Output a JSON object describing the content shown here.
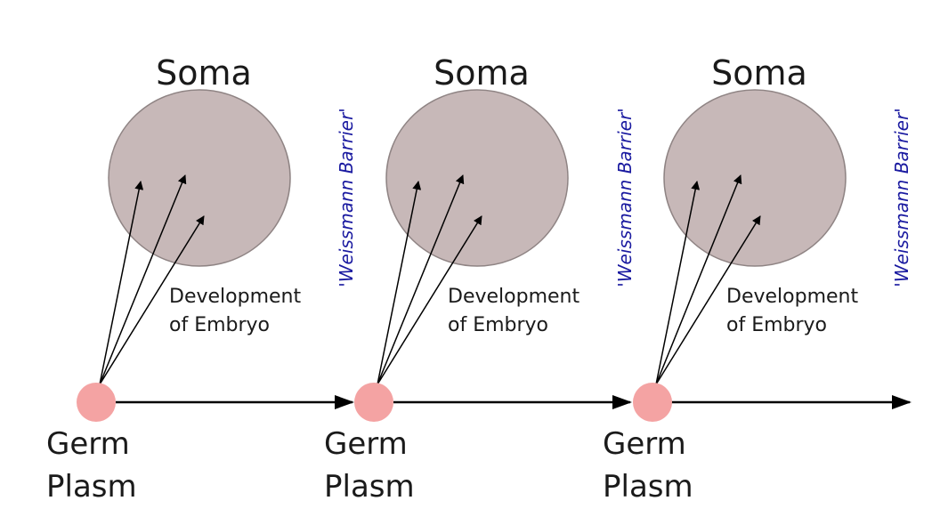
{
  "units": [
    {
      "soma_label": "Soma",
      "development_line1": "Development",
      "development_line2": "of Embryo",
      "germ_line1": "Germ",
      "germ_line2": "Plasm"
    },
    {
      "soma_label": "Soma",
      "development_line1": "Development",
      "development_line2": "of Embryo",
      "germ_line1": "Germ",
      "germ_line2": "Plasm"
    },
    {
      "soma_label": "Soma",
      "development_line1": "Development",
      "development_line2": "of Embryo",
      "germ_line1": "Germ",
      "germ_line2": "Plasm"
    }
  ],
  "barriers": [
    {
      "label": "'Weissmann Barrier'"
    },
    {
      "label": "'Weissmann Barrier'"
    },
    {
      "label": "'Weissmann Barrier'"
    }
  ],
  "colors": {
    "soma_fill": "#c7b8b8",
    "soma_stroke": "#8f8484",
    "germ_fill": "#f4a3a3",
    "arrow": "#000000",
    "barrier_text": "#1a1aa0"
  }
}
